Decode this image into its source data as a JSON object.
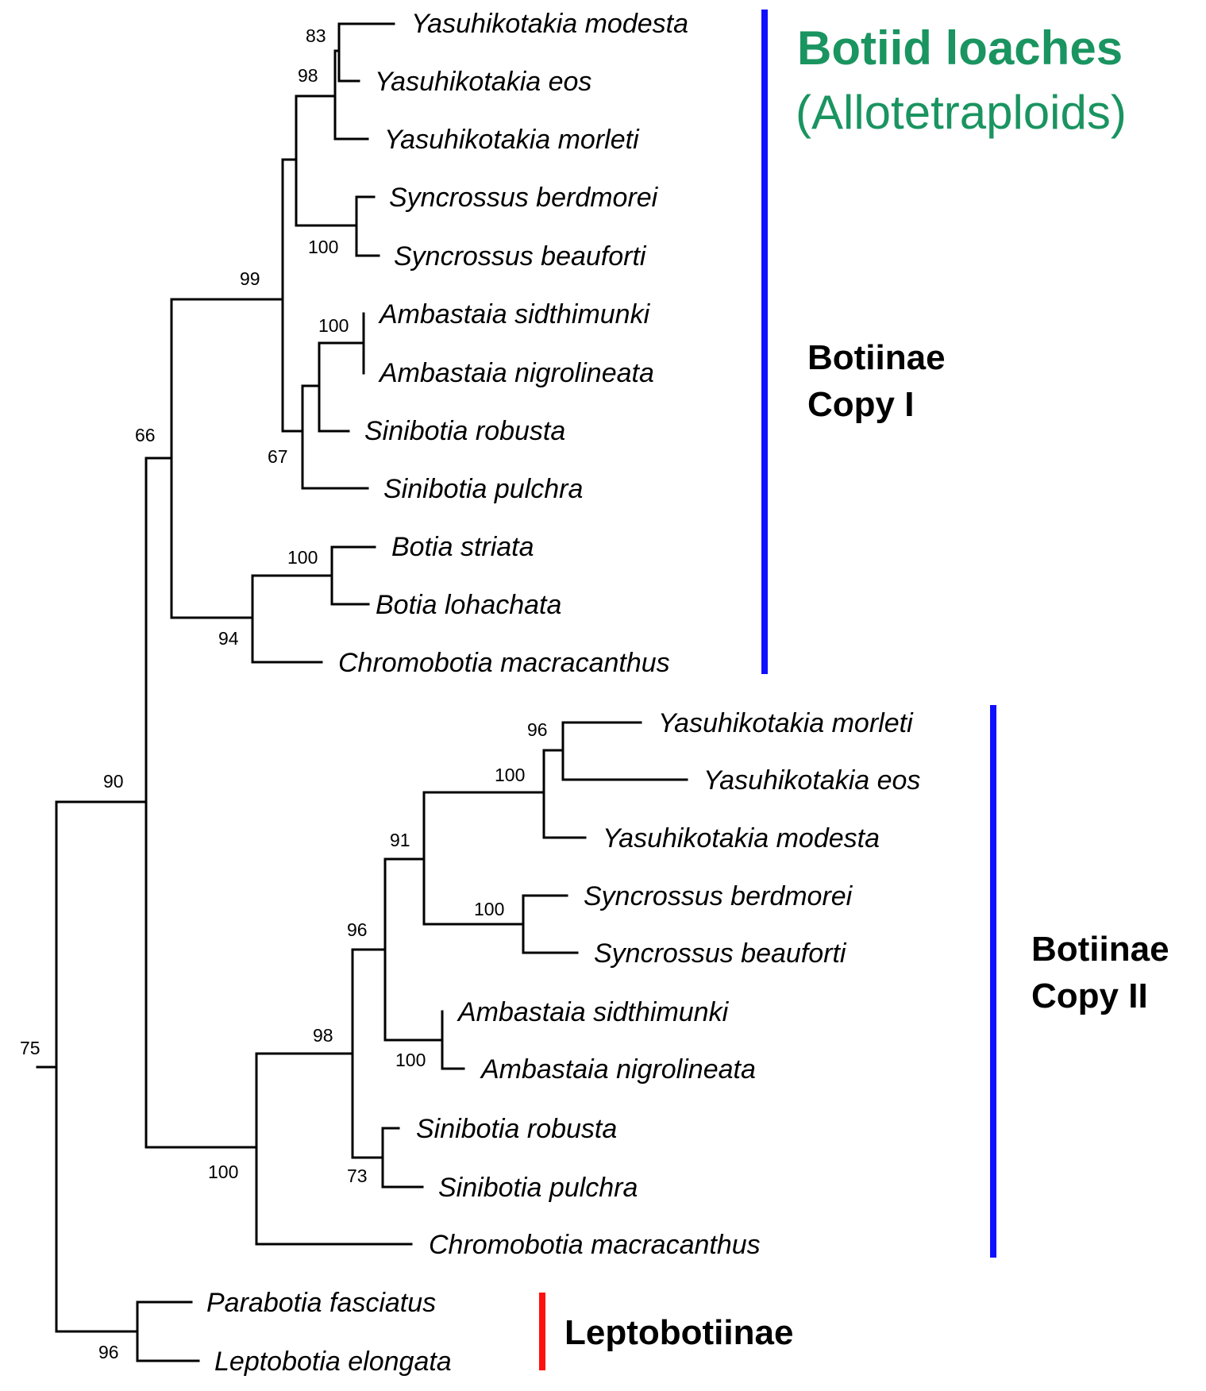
{
  "colors": {
    "title": "#1a9460",
    "clade_bar": "#1010ff",
    "outgroup_bar": "#ff1010",
    "branch": "#000000"
  },
  "title": {
    "line1": "Botiid loaches",
    "line2": "(Allotetraploids)"
  },
  "clades": {
    "copy1": {
      "line1": "Botiinae",
      "line2": "Copy I"
    },
    "copy2": {
      "line1": "Botiinae",
      "line2": "Copy II"
    },
    "leptobotiinae": {
      "line1": "Leptobotiinae"
    }
  },
  "taxa": [
    "Yasuhikotakia modesta",
    "Yasuhikotakia eos",
    "Yasuhikotakia morleti",
    "Syncrossus berdmorei",
    "Syncrossus beauforti",
    "Ambastaia sidthimunki",
    "Ambastaia nigrolineata",
    "Sinibotia robusta",
    "Sinibotia pulchra",
    "Botia striata",
    "Botia lohachata",
    "Chromobotia macracanthus",
    "Yasuhikotakia morleti",
    "Yasuhikotakia eos",
    "Yasuhikotakia modesta",
    "Syncrossus berdmorei",
    "Syncrossus beauforti",
    "Ambastaia sidthimunki",
    "Ambastaia nigrolineata",
    "Sinibotia robusta",
    "Sinibotia pulchra",
    "Chromobotia macracanthus",
    "Parabotia fasciatus",
    "Leptobotia elongata"
  ],
  "bootstrap": {
    "b83": "83",
    "b98a": "98",
    "b100a": "100",
    "b99": "99",
    "b100b": "100",
    "b67": "67",
    "b100c": "100",
    "b94": "94",
    "b66": "66",
    "b90": "90",
    "b96a": "96",
    "b100d": "100",
    "b91": "91",
    "b100e": "100",
    "b96b": "96",
    "b98b": "98",
    "b100f": "100",
    "b73": "73",
    "b100g": "100",
    "b75": "75",
    "b96c": "96"
  }
}
